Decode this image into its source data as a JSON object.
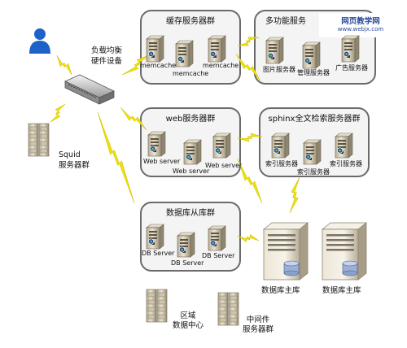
{
  "groups": {
    "cache": "缓存服务器群",
    "multi": "多功能服务",
    "web": "web服务器群",
    "sphinx": "sphinx全文检索服务器群",
    "db_slave": "数据库从库群"
  },
  "watermark": {
    "line1": "网页教学网",
    "line2": "www.webjx.com"
  },
  "load_balancer": "负载均衡\n硬件设备",
  "squid": "Squid\n服务器群",
  "cache_nodes": [
    "memcache",
    "memcache",
    "memcache"
  ],
  "multi_nodes": [
    "图片服务器",
    "管理服务器",
    "广告服务器"
  ],
  "web_nodes": [
    "Web server",
    "Web server",
    "Web server"
  ],
  "sphinx_nodes": [
    "索引服务器",
    "索引服务器",
    "索引服务器"
  ],
  "db_nodes": [
    "DB Server",
    "DB Server",
    "DB Server"
  ],
  "db_masters": [
    "数据库主库",
    "数据库主库"
  ],
  "region": "区域\n数据中心",
  "middleware": "中间件\n服务器群",
  "colors": {
    "group_border": "#6a6a6a",
    "group_fill": "#f4f4f4",
    "lightning": "#f2e200",
    "server_body": "#d8cdb4",
    "accent_blue": "#2a4b9b",
    "user_blue": "#1d62c9"
  }
}
